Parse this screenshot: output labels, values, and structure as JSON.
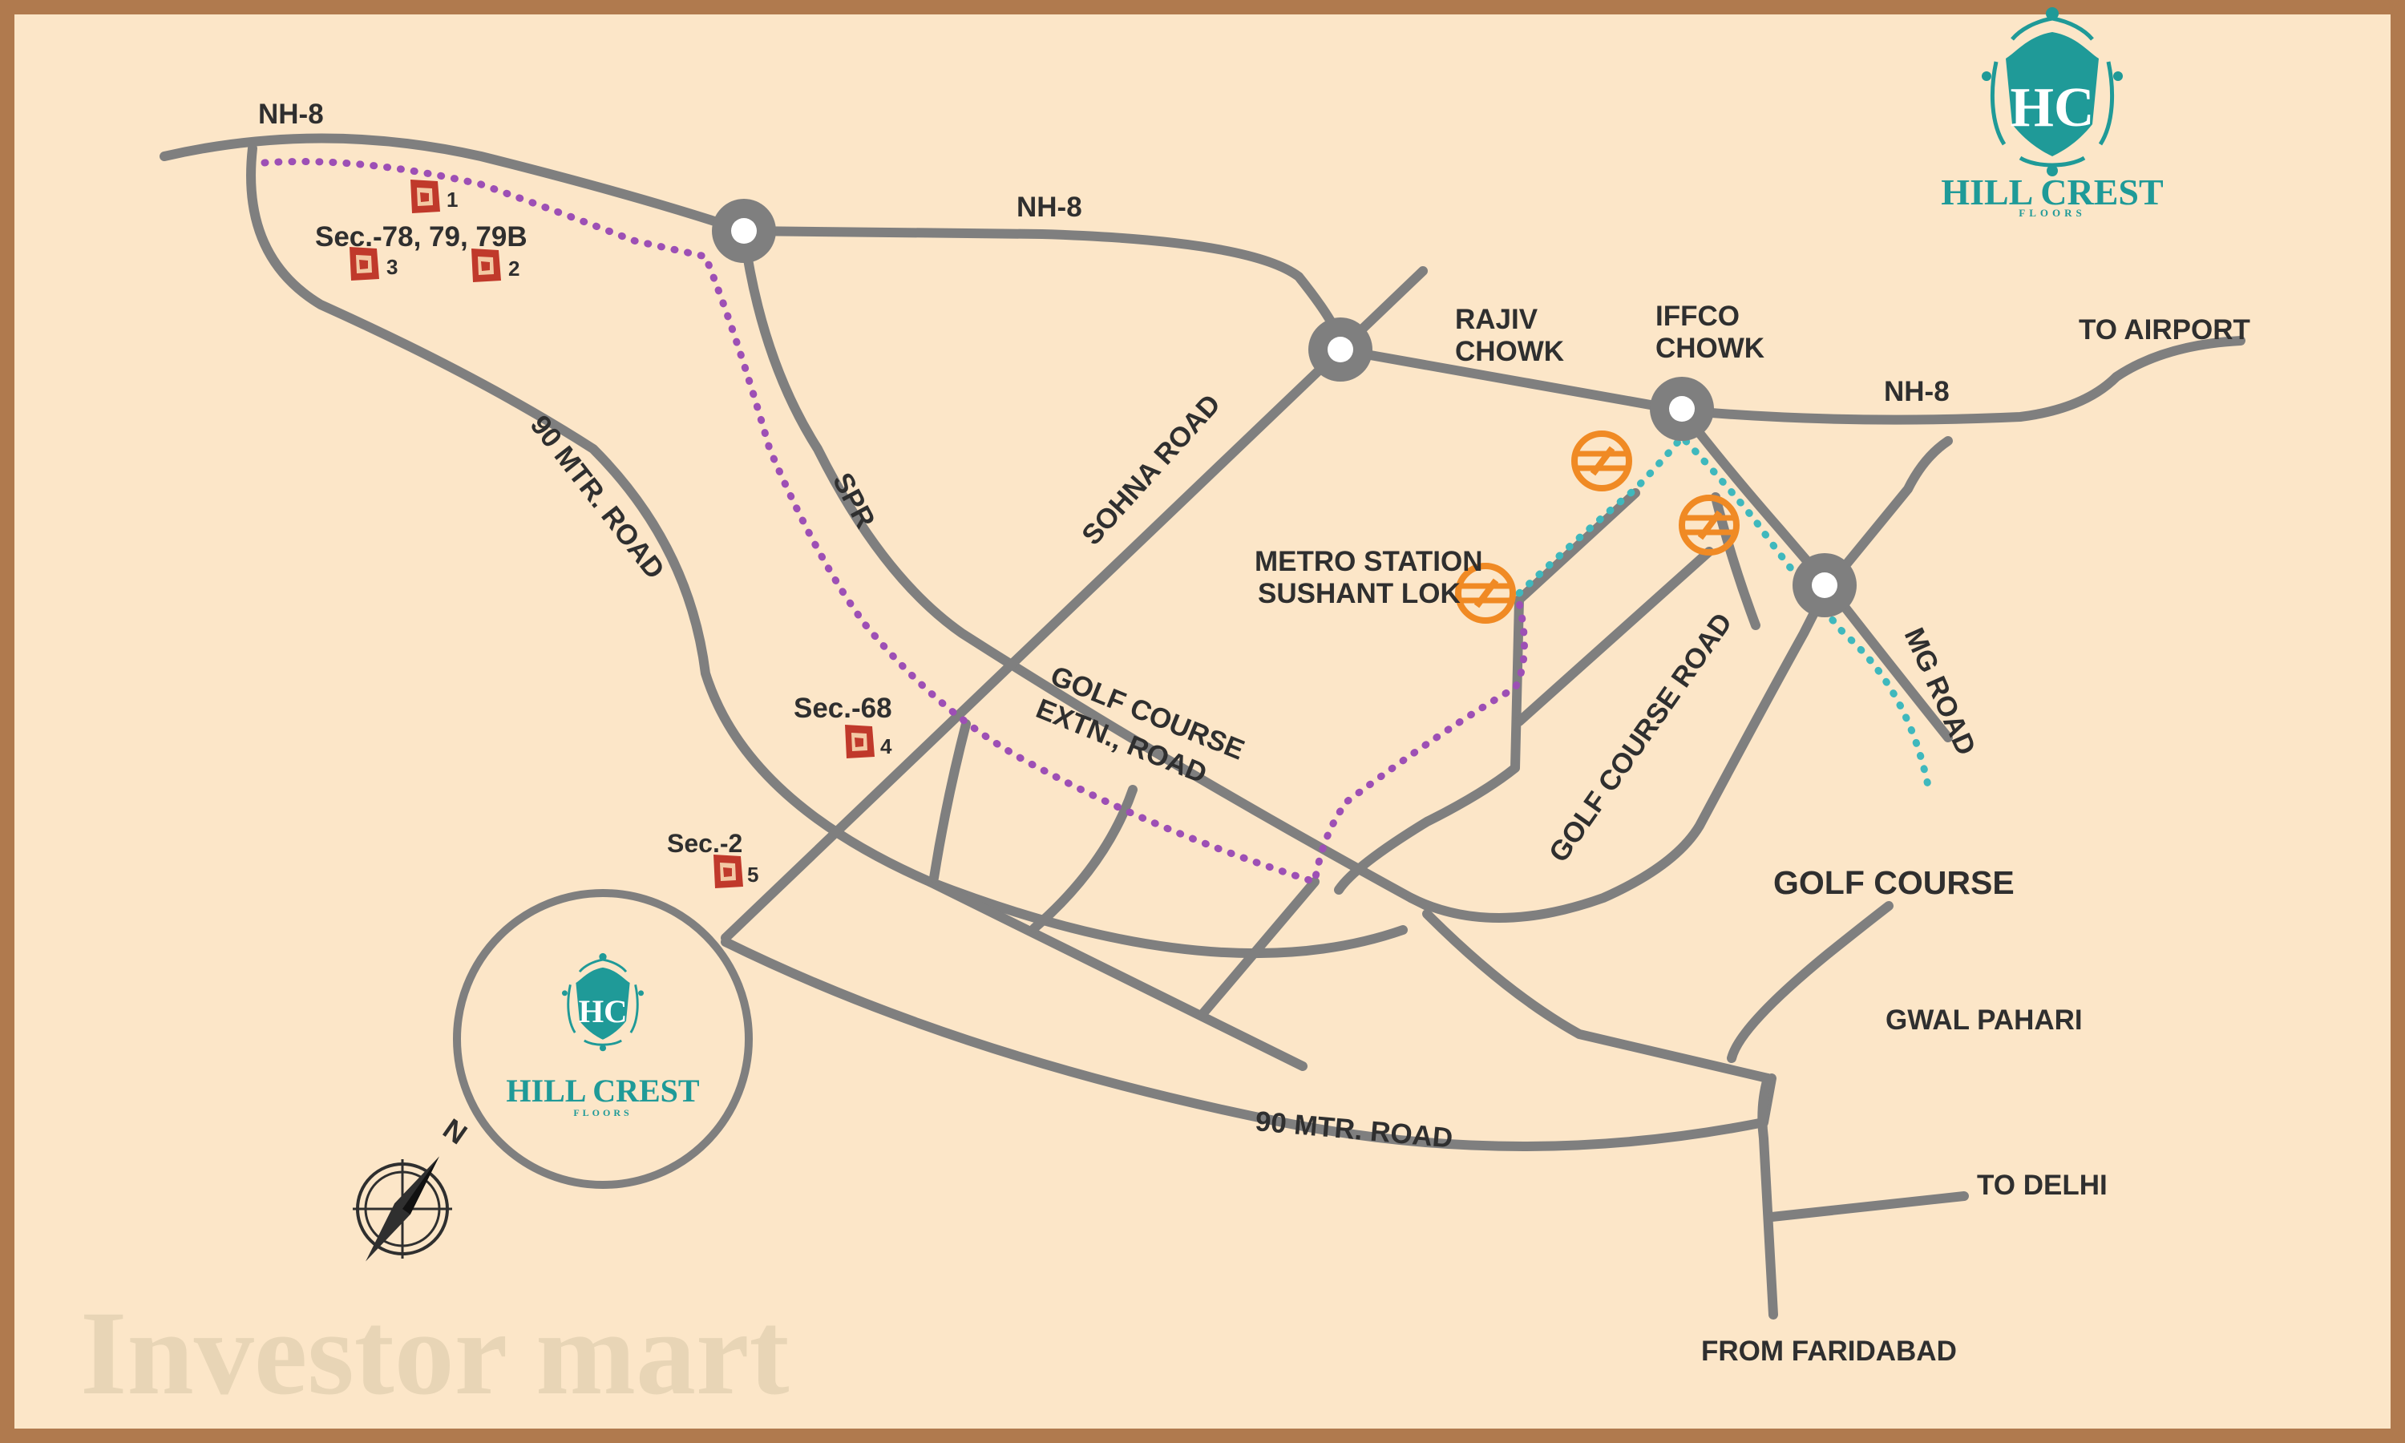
{
  "brand": {
    "name": "HILL CREST",
    "sub": "FLOORS",
    "monogram": "HC",
    "color": "#1f9a98"
  },
  "roads": {
    "nh8_west": "NH-8",
    "nh8_center": "NH-8",
    "nh8_east": "NH-8",
    "to_airport": "TO AIRPORT",
    "rajiv_1": "RAJIV",
    "rajiv_2": "CHOWK",
    "iffco_1": "IFFCO",
    "iffco_2": "CHOWK",
    "mtr90_diag": "90 MTR. ROAD",
    "mtr90_bottom": "90 MTR. ROAD",
    "spr": "SPR",
    "sohna": "SOHNA ROAD",
    "gc_extn_1": "GOLF COURSE",
    "gc_extn_2": "EXTN., ROAD",
    "golf_course_road": "GOLF COURSE ROAD",
    "mg_road": "MG ROAD",
    "metro_1": "METRO STATION",
    "metro_2": "SUSHANT LOK"
  },
  "places": {
    "golf_course": "GOLF COURSE",
    "gwal_pahari": "GWAL PAHARI",
    "to_delhi": "TO DELHI",
    "from_faridabad": "FROM FARIDABAD"
  },
  "sectors": {
    "sec78": "Sec.-78, 79, 79B",
    "sec68": "Sec.-68",
    "sec2": "Sec.-2"
  },
  "markers": [
    "1",
    "2",
    "3",
    "4",
    "5"
  ],
  "compass": "N",
  "watermark": "Investor mart",
  "colors": {
    "background": "#fce6c8",
    "frame": "#b07a4e",
    "road": "#7f7f7f",
    "route": "#9d4fb5",
    "metro_line": "#3fb8bd",
    "metro_icon": "#f08a24",
    "marker": "#c0392b"
  },
  "icons": [
    "roundabout-icon",
    "metro-icon",
    "site-marker-icon",
    "compass-icon"
  ]
}
